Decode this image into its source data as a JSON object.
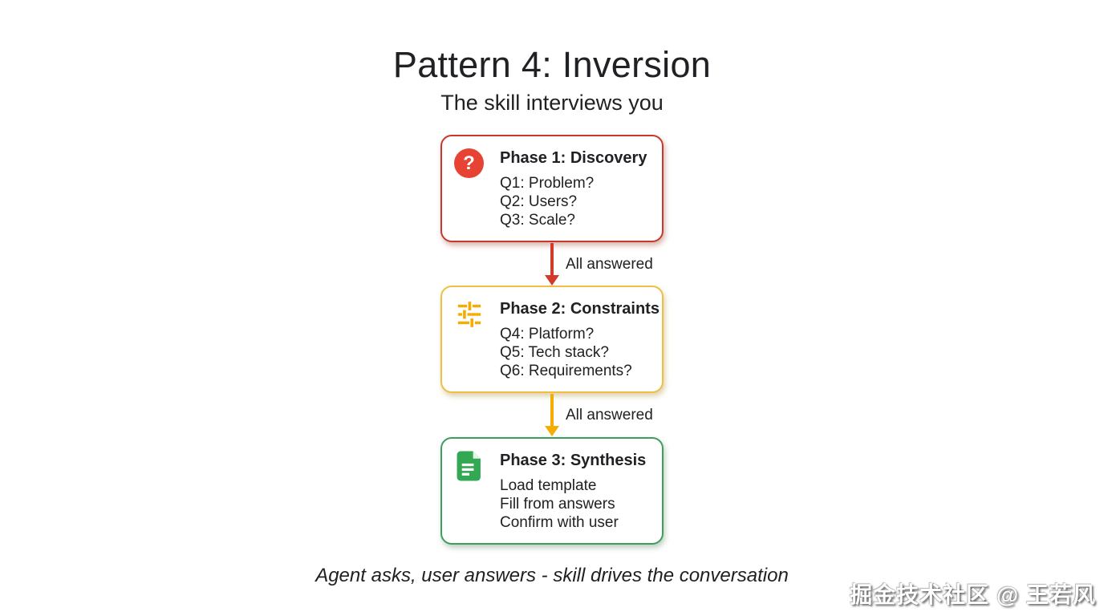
{
  "title": "Pattern 4: Inversion",
  "subtitle": "The skill interviews you",
  "phases": [
    {
      "title": "Phase 1: Discovery",
      "lines": [
        "Q1: Problem?",
        "Q2: Users?",
        "Q3: Scale?"
      ],
      "icon": "help-icon",
      "icon_glyph": "?",
      "border_color": "#c7392d",
      "icon_color": "#e64334"
    },
    {
      "title": "Phase 2: Constraints",
      "lines": [
        "Q4: Platform?",
        "Q5: Tech stack?",
        "Q6: Requirements?"
      ],
      "icon": "tune-sliders-icon",
      "border_color": "#edbf45",
      "icon_color": "#f3ad05"
    },
    {
      "title": "Phase 3: Synthesis",
      "lines": [
        "Load template",
        "Fill from answers",
        "Confirm with user"
      ],
      "icon": "document-icon",
      "border_color": "#3f9d5d",
      "icon_color": "#33a853"
    }
  ],
  "connectors": [
    {
      "label": "All answered",
      "color": "#d23a2b"
    },
    {
      "label": "All answered",
      "color": "#f3ad05"
    }
  ],
  "footer": "Agent asks, user answers - skill drives the conversation",
  "watermark": "掘金技术社区 @ 王若风",
  "colors": {
    "text": "#202124",
    "background": "#ffffff"
  }
}
